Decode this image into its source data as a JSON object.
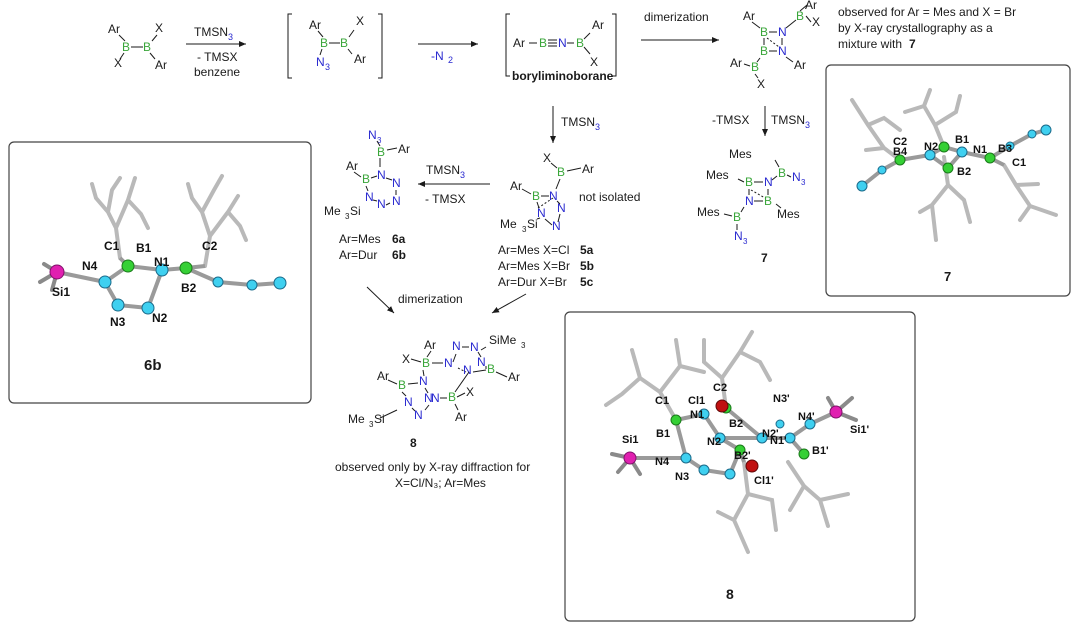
{
  "scheme": {
    "reactant": {
      "ar1": "Ar",
      "x1": "X",
      "b1": "B",
      "b2": "B",
      "x2": "X",
      "ar2": "Ar"
    },
    "step1": {
      "reagent_pre": "TMSN",
      "reagent_sub": "3",
      "byproduct": "- TMSX",
      "solvent": "benzene"
    },
    "azide_intermediate": {
      "ar1": "Ar",
      "x": "X",
      "b1": "B",
      "b2": "B",
      "n3_pre": "N",
      "n3_sub": "3",
      "ar2": "Ar"
    },
    "step2": {
      "label_pre": "-N",
      "label_sub": "2"
    },
    "iminoborane": {
      "ar1": "Ar",
      "dash1": "–",
      "b1": "B",
      "triple": "≡",
      "n": "N",
      "dash2": "–",
      "b2": "B",
      "ar2": "Ar",
      "x": "X",
      "name": "boryliminoborane"
    },
    "step_dimer1": {
      "label": "dimerization"
    },
    "dimer_note": {
      "line1": "observed for Ar = Mes and X = Br",
      "line2": "by X-ray crystallography as a",
      "line3_pre": "mixture with ",
      "line3_bold": "7"
    },
    "step_tmsn3_down": {
      "label_pre": "TMSN",
      "label_sub": "3"
    },
    "step_down_right": {
      "left": "-TMSX",
      "right_pre": "TMSN",
      "right_sub": "3"
    },
    "compound5": {
      "note": "not isolated",
      "ar": "Ar",
      "x": "X",
      "me3si": "Me",
      "me3si_sub": "3",
      "si": "Si",
      "labels": [
        {
          "text": "Ar=Mes X=Cl ",
          "bold": "5a"
        },
        {
          "text": "Ar=Mes X=Br ",
          "bold": "5b"
        },
        {
          "text": "Ar=Dur X=Br ",
          "bold": "5c"
        }
      ]
    },
    "step5to6": {
      "top_pre": "TMSN",
      "top_sub": "3",
      "bottom": "- TMSX"
    },
    "compound6": {
      "labels": [
        {
          "text": "Ar=Mes  ",
          "bold": "6a"
        },
        {
          "text": "Ar=Dur  ",
          "bold": "6b"
        }
      ]
    },
    "step_dimer2": {
      "label": "dimerization"
    },
    "compound7": {
      "mes": "Mes",
      "label": "7"
    },
    "compound8": {
      "label": "8",
      "sime3_pre": "SiMe",
      "sime3_sub": "3",
      "note_line1": "observed only by X-ray diffraction for",
      "note_line2": "X=Cl/N₃; Ar=Mes"
    }
  },
  "crystal_6b": {
    "title": "6b",
    "atoms": [
      "C1",
      "B1",
      "N1",
      "C2",
      "N4",
      "Si1",
      "B2",
      "N3",
      "N2"
    ]
  },
  "crystal_7": {
    "title": "7",
    "atoms": [
      "B1",
      "N2",
      "N1",
      "B3",
      "C2",
      "B4",
      "B2",
      "C1"
    ]
  },
  "crystal_8": {
    "title": "8",
    "atoms": [
      "Cl1",
      "C2",
      "N3'",
      "C1",
      "N1",
      "B2",
      "N4'",
      "N2'",
      "N1'",
      "Si1'",
      "B1",
      "N2",
      "B1'",
      "Si1",
      "B2'",
      "N4",
      "N3",
      "Cl1'"
    ]
  },
  "colors": {
    "boron": "#3aa63a",
    "nitrogen": "#2a2ad0",
    "n_atom": "#3fd0f0",
    "b_atom": "#35d035",
    "si_atom": "#e020b0",
    "cl_atom": "#c01010"
  }
}
